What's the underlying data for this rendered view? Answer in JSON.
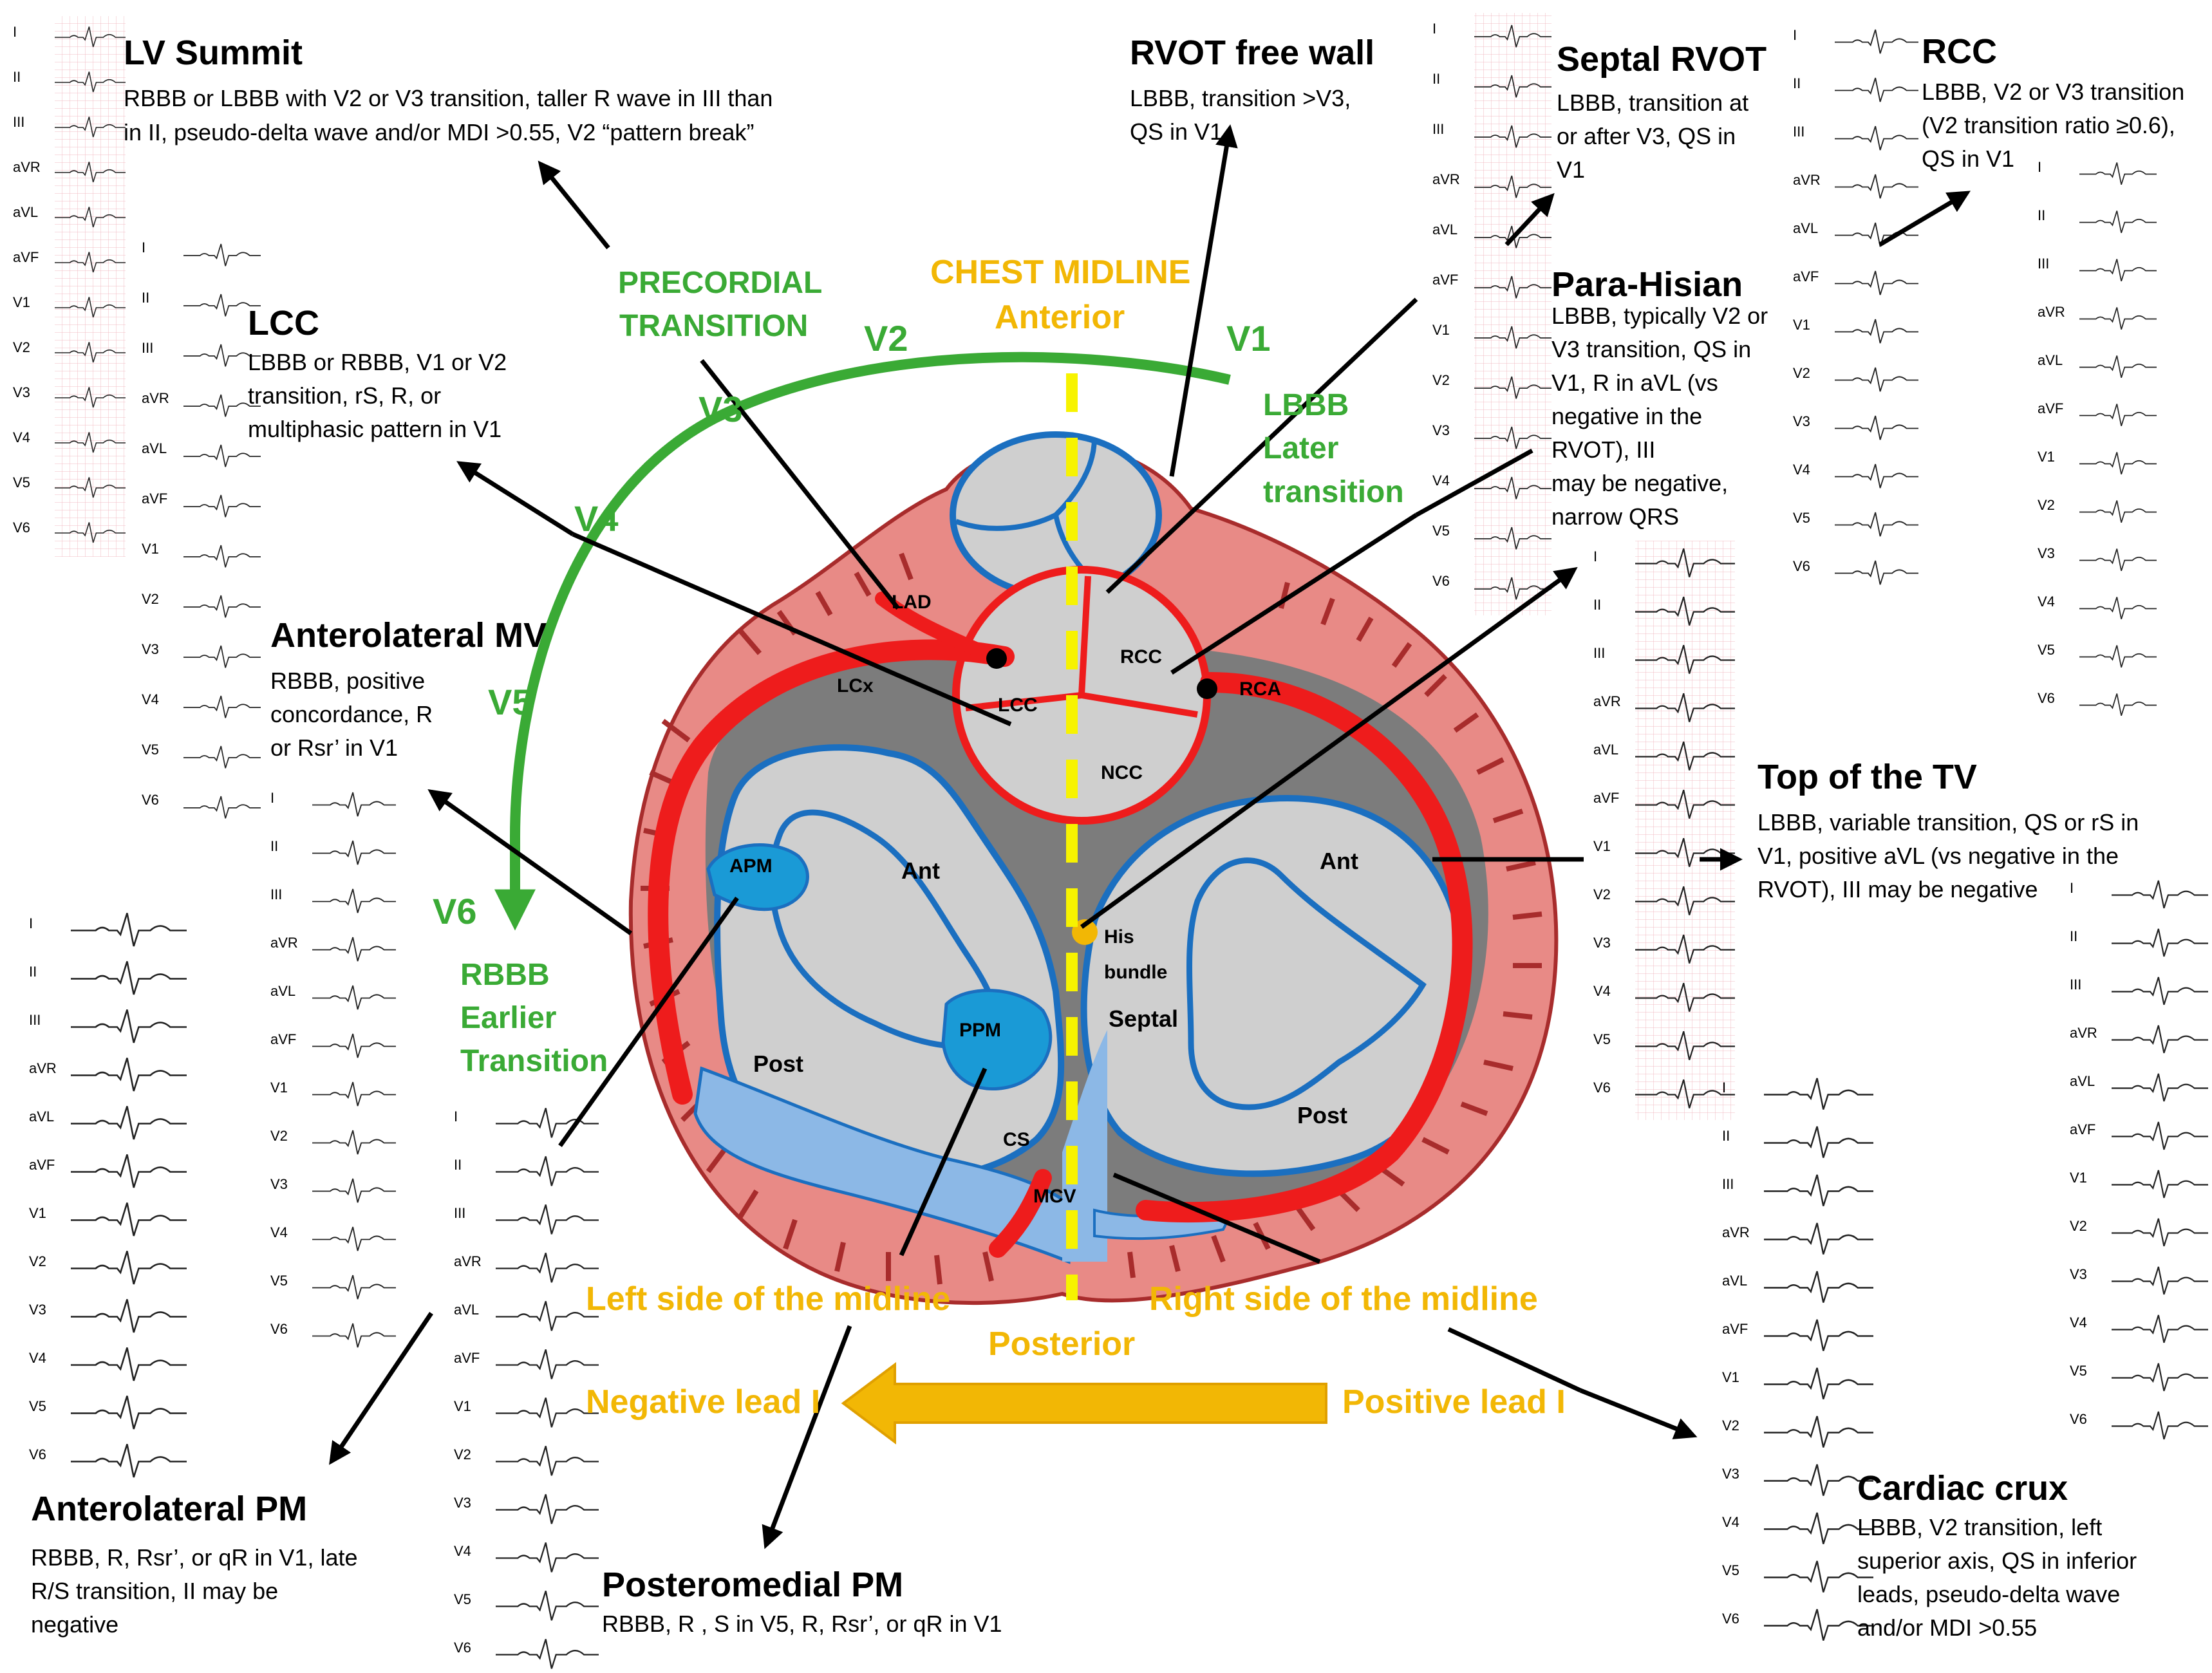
{
  "panels": {
    "lv_summit": {
      "title": "LV Summit",
      "lines": [
        "RBBB or LBBB with V2 or V3 transition, taller R wave in III than",
        "in II, pseudo-delta wave and/or MDI >0.55, V2 “pattern break”"
      ]
    },
    "lcc": {
      "title": "LCC",
      "lines": [
        "LBBB or RBBB, V1 or V2",
        "transition, rS, R, or",
        "multiphasic pattern in V1"
      ]
    },
    "anterolateral_mv": {
      "title": "Anterolateral MV",
      "lines": [
        "RBBB, positive",
        "concordance, R",
        "or Rsr’ in V1"
      ]
    },
    "anterolateral_pm": {
      "title": "Anterolateral PM",
      "lines": [
        "RBBB, R, Rsr’, or qR in V1, late",
        "R/S transition, II may be",
        "negative"
      ]
    },
    "posteromedial_pm": {
      "title": "Posteromedial PM",
      "lines": [
        "RBBB, R , S in V5, R, Rsr’, or qR in V1"
      ]
    },
    "rvot_free_wall": {
      "title": "RVOT free wall",
      "lines": [
        "LBBB, transition >V3,",
        "QS in V1"
      ]
    },
    "septal_rvot": {
      "title": "Septal RVOT",
      "lines": [
        "LBBB, transition at",
        "or after V3, QS in",
        "V1"
      ]
    },
    "rcc": {
      "title": "RCC",
      "lines": [
        "LBBB, V2 or V3 transition",
        "(V2 transition ratio ≥0.6),",
        "QS in V1"
      ]
    },
    "para_hisian": {
      "title": "Para-Hisian",
      "lines": [
        "LBBB, typically V2 or",
        "V3 transition, QS in",
        "V1, R in aVL (vs",
        "negative in the",
        "RVOT), III",
        "may be negative,",
        "narrow QRS"
      ]
    },
    "top_tv": {
      "title": "Top of the TV",
      "lines": [
        "LBBB, variable transition, QS or rS in",
        "V1, positive aVL (vs negative in the",
        "RVOT), III may be negative"
      ]
    },
    "cardiac_crux": {
      "title": "Cardiac crux",
      "lines": [
        "LBBB, V2 transition, left",
        "superior axis, QS in inferior",
        "leads, pseudo-delta wave",
        "and/or MDI >0.55"
      ]
    }
  },
  "green_labels": {
    "precordial": [
      "PRECORDIAL",
      "TRANSITION"
    ],
    "v1": "V1",
    "v2": "V2",
    "v3": "V3",
    "v4": "V4",
    "v5": "V5",
    "v6": "V6",
    "lbbb": [
      "LBBB",
      "Later",
      "transition"
    ],
    "rbbb": [
      "RBBB",
      "Earlier",
      "Transition"
    ]
  },
  "yellow_labels": {
    "chest_midline": [
      "CHEST MIDLINE",
      "Anterior"
    ],
    "posterior": "Posterior",
    "left_side": "Left side of the midline",
    "right_side": "Right side of the midline",
    "negative_lead": "Negative lead I",
    "positive_lead": "Positive lead I"
  },
  "anatomy": {
    "lad": "LAD",
    "lcx": "LCx",
    "rca": "RCA",
    "lcc": "LCC",
    "rcc": "RCC",
    "ncc": "NCC",
    "apm": "APM",
    "ppm": "PPM",
    "ant_lv": "Ant",
    "post_lv": "Post",
    "ant_rv": "Ant",
    "post_rv": "Post",
    "septal": "Septal",
    "his": [
      "His",
      "bundle"
    ],
    "cs": "CS",
    "mcv": "MCV"
  },
  "ecg_leads": [
    "I",
    "II",
    "III",
    "aVR",
    "aVL",
    "aVF",
    "V1",
    "V2",
    "V3",
    "V4",
    "V5",
    "V6"
  ],
  "colors": {
    "green": "#3aaa35",
    "yellow": "#f2b705",
    "red": "#ee1c1c",
    "blue": "#1b6fc0",
    "myocardium": "#d9534f",
    "ecg_grid": "#f7d6dc"
  }
}
